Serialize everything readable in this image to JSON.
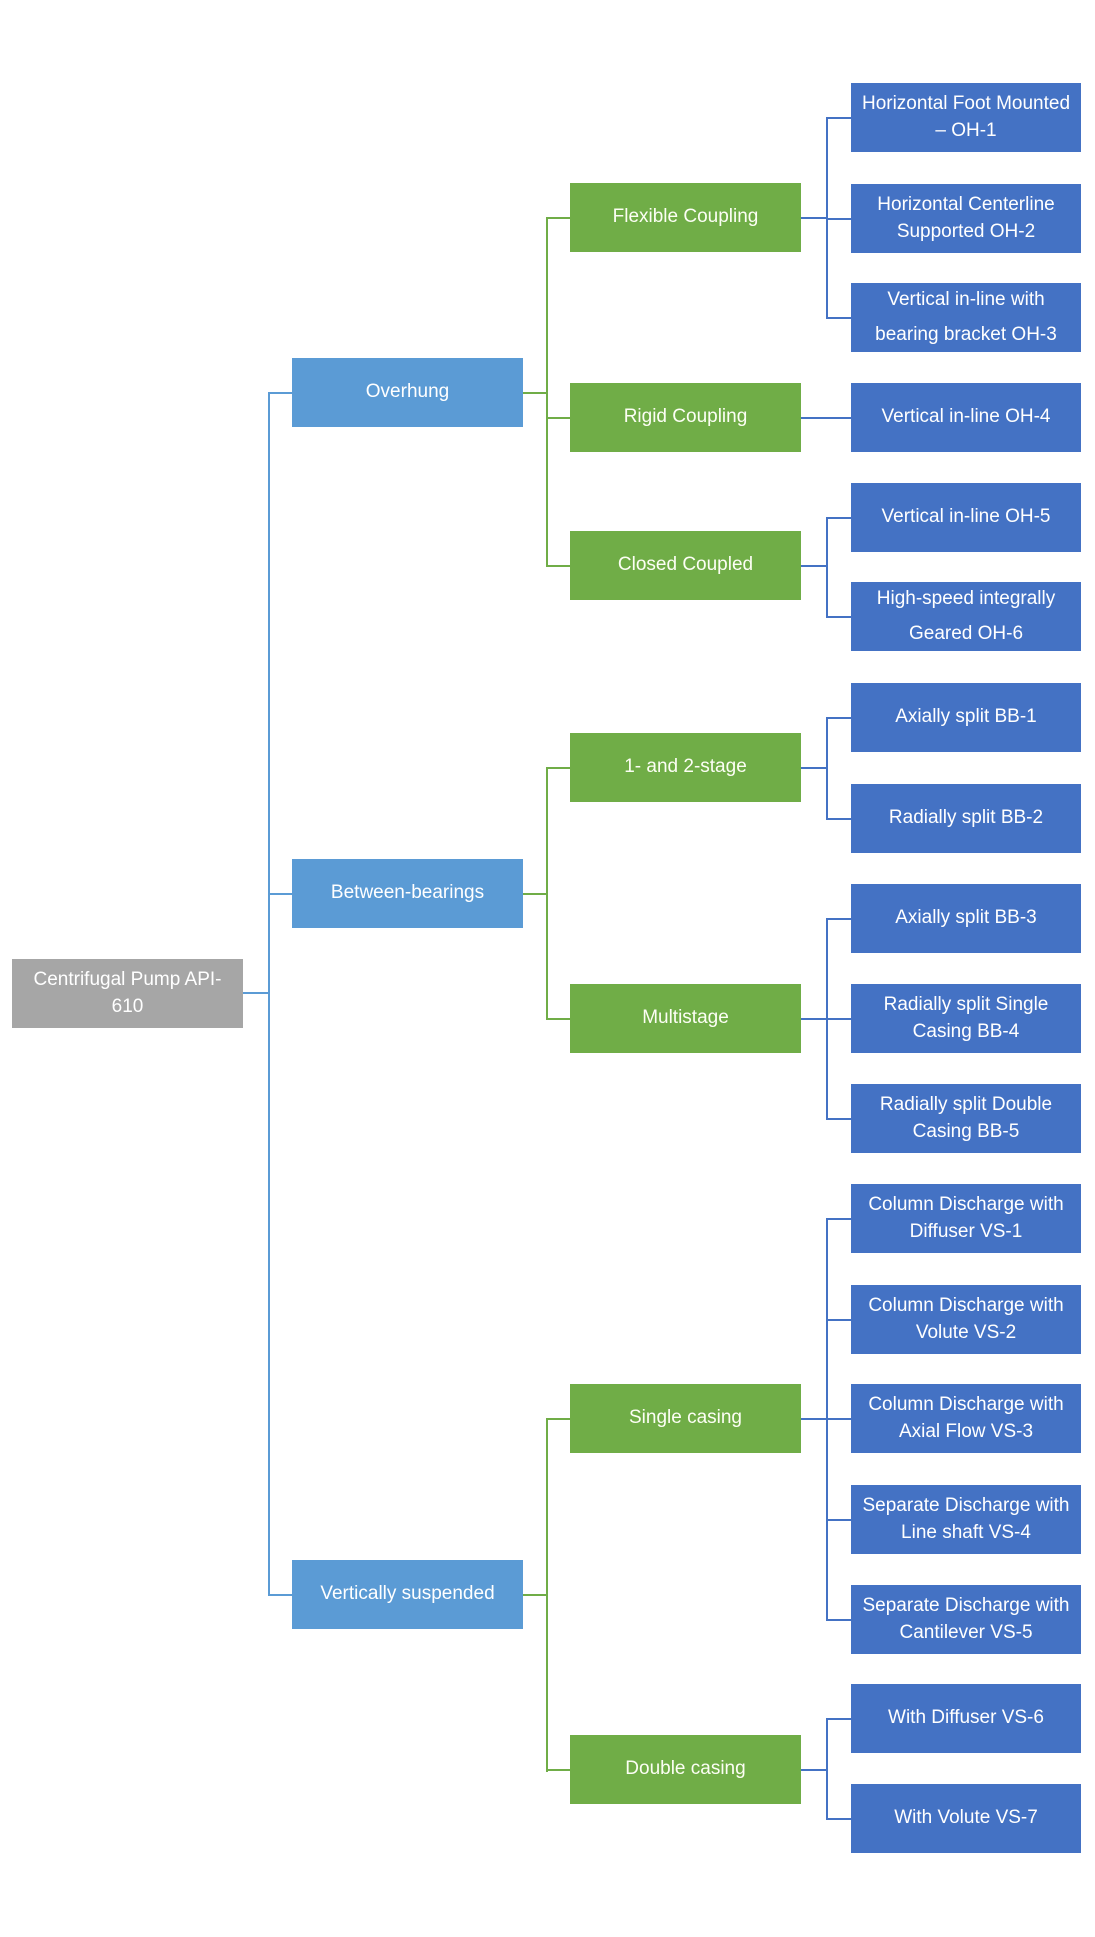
{
  "diagram_title": "Centrifugal Pump API-610 classification tree",
  "colors": {
    "root_fill": "#a6a6a6",
    "branch_fill": "#5b9bd5",
    "group_fill": "#70ad47",
    "leaf_fill": "#4472c4",
    "branch_line": "#5b9bd5",
    "group_line": "#70ad47",
    "leaf_line": "#4472c4",
    "text": "#ffffff",
    "background": "#ffffff"
  },
  "tree": {
    "label": "Centrifugal Pump API-610",
    "children": [
      {
        "label": "Overhung",
        "children": [
          {
            "label": "Flexible Coupling",
            "children": [
              {
                "label": "Horizontal Foot Mounted – OH-1"
              },
              {
                "label": "Horizontal Centerline Supported OH-2"
              },
              {
                "label": "Vertical in-line with bearing bracket OH-3"
              }
            ]
          },
          {
            "label": "Rigid Coupling",
            "children": [
              {
                "label": "Vertical in-line OH-4"
              }
            ]
          },
          {
            "label": "Closed Coupled",
            "children": [
              {
                "label": "Vertical in-line OH-5"
              },
              {
                "label": "High-speed integrally Geared OH-6"
              }
            ]
          }
        ]
      },
      {
        "label": "Between-bearings",
        "children": [
          {
            "label": "1- and 2-stage",
            "children": [
              {
                "label": "Axially split BB-1"
              },
              {
                "label": "Radially split BB-2"
              }
            ]
          },
          {
            "label": "Multistage",
            "children": [
              {
                "label": "Axially split BB-3"
              },
              {
                "label": "Radially split Single Casing BB-4"
              },
              {
                "label": "Radially split Double Casing BB-5"
              }
            ]
          }
        ]
      },
      {
        "label": "Vertically suspended",
        "children": [
          {
            "label": "Single casing",
            "children": [
              {
                "label": "Column Discharge with Diffuser VS-1"
              },
              {
                "label": "Column Discharge with Volute VS-2"
              },
              {
                "label": "Column Discharge with Axial Flow VS-3"
              },
              {
                "label": "Separate Discharge with Line shaft VS-4"
              },
              {
                "label": "Separate Discharge with Cantilever VS-5"
              }
            ]
          },
          {
            "label": "Double casing",
            "children": [
              {
                "label": "With Diffuser VS-6"
              },
              {
                "label": "With Volute VS-7"
              }
            ]
          }
        ]
      }
    ]
  }
}
